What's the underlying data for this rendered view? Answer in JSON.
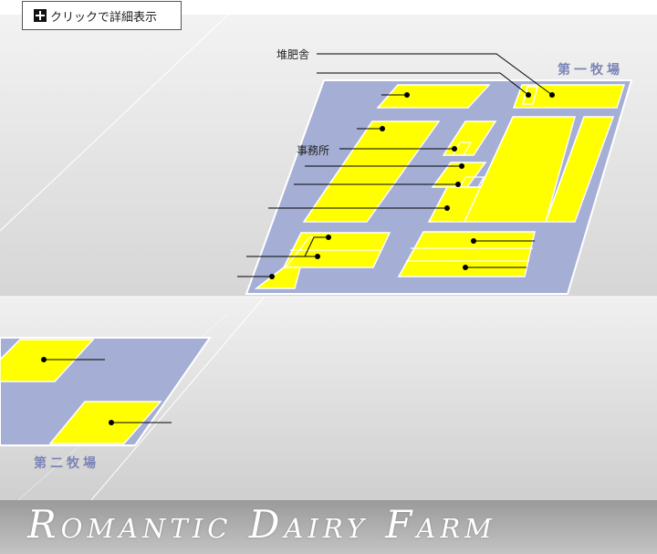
{
  "detail_button": {
    "label": "クリックで詳細表示",
    "icon": "plus-icon"
  },
  "labels": {
    "compost_barn": "堆肥舎",
    "office": "事務所"
  },
  "pastures": {
    "first": "第一牧場",
    "second": "第二牧場"
  },
  "footer": {
    "title": "Romantic Dairy Farm"
  },
  "colors": {
    "field": "#ffff00",
    "ground": "#a5aed4",
    "bg_top": "#f2f2f2",
    "bg_bottom": "#d4d4d4"
  }
}
